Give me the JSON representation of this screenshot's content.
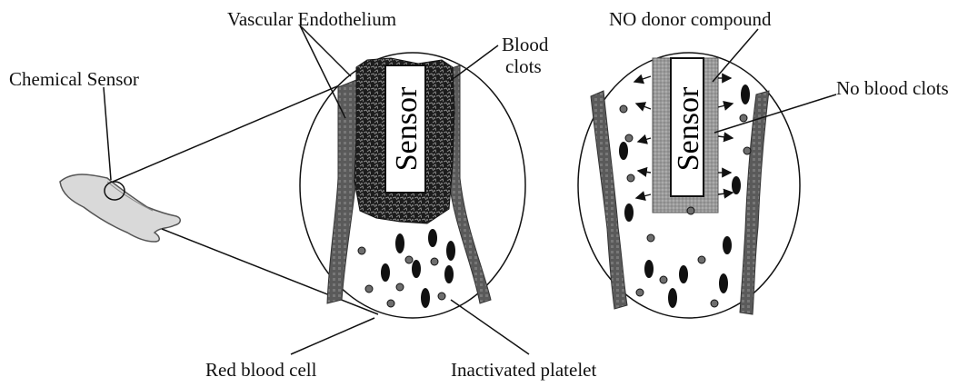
{
  "labels": {
    "chemical_sensor": "Chemical Sensor",
    "vascular_endothelium": "Vascular Endothelium",
    "blood_clots_line1": "Blood",
    "blood_clots_line2": "clots",
    "sensor_left": "Sensor",
    "sensor_right": "Sensor",
    "no_donor_compound": "NO donor compound",
    "no_blood_clots": "No blood clots",
    "red_blood_cell": "Red blood cell",
    "inactivated_platelet": "Inactivated platelet"
  },
  "colors": {
    "vessel_wall_dark": "#3a3a3a",
    "vessel_wall_mid": "#8a8a8a",
    "clot": "#1a1a1a",
    "no_coating": "#a8a8a8",
    "platelet": "#6e6e6e",
    "red_cell": "#111111"
  }
}
